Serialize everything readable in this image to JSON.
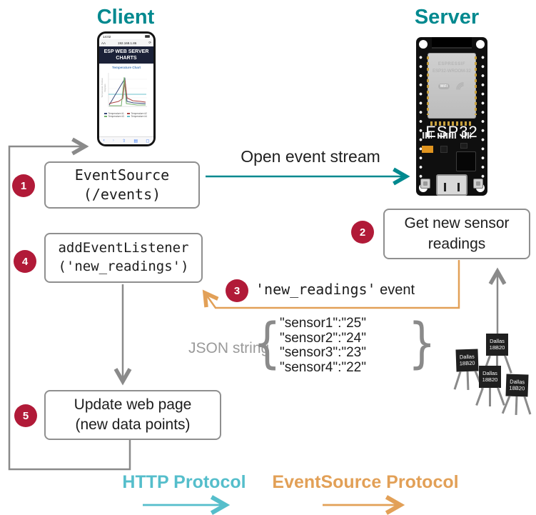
{
  "titles": {
    "client": "Client",
    "server": "Server"
  },
  "phone": {
    "status_time": "14:02",
    "address": {
      "reader": "AA",
      "url": "192.168.1.86",
      "reload": "⟳"
    },
    "header": "ESP WEB SERVER CHARTS",
    "chart": {
      "title": "Temperature Chart",
      "ylabel": "Temperature Celsius Degrees",
      "legend": [
        "Temperature #1",
        "Temperature #2",
        "Temperature #3",
        "Temperature #4"
      ]
    },
    "nav_icons": {
      "back": "‹",
      "forward": "›",
      "share": "⇧",
      "bookmarks": "▤",
      "tabs": "◻"
    }
  },
  "server_board": {
    "brand": "ESPRESSIF",
    "module": "ESP32-WROOM-32",
    "wifi": "WiFi",
    "label": "ESP32"
  },
  "flow": {
    "open_stream_label": "Open event stream",
    "step1": {
      "num": "1",
      "line1": "EventSource",
      "line2": "(/events)"
    },
    "step2": {
      "num": "2",
      "line1": "Get new sensor",
      "line2": "readings"
    },
    "step3": {
      "num": "3",
      "code": "'new_readings'",
      "text": " event"
    },
    "step4": {
      "num": "4",
      "line1": "addEventListener",
      "line2": "('new_readings')"
    },
    "step5": {
      "num": "5",
      "line1": "Update web page",
      "line2": "(new data points)"
    }
  },
  "json_block": {
    "label": "JSON string",
    "brace_left": "{",
    "brace_right": "}",
    "lines": [
      "\"sensor1\":\"25\"",
      "\"sensor2\":\"24\"",
      "\"sensor3\":\"23\"",
      "\"sensor4\":\"22\""
    ]
  },
  "sensor_chip": {
    "line1": "Dallas",
    "line2": "18B20"
  },
  "legend": {
    "http": "HTTP Protocol",
    "eventsource": "EventSource Protocol"
  },
  "colors": {
    "teal": "#00898F",
    "teal_light": "#55BECB",
    "orange": "#E2A057",
    "crimson": "#B11A38",
    "gray": "#8A8A8A"
  }
}
